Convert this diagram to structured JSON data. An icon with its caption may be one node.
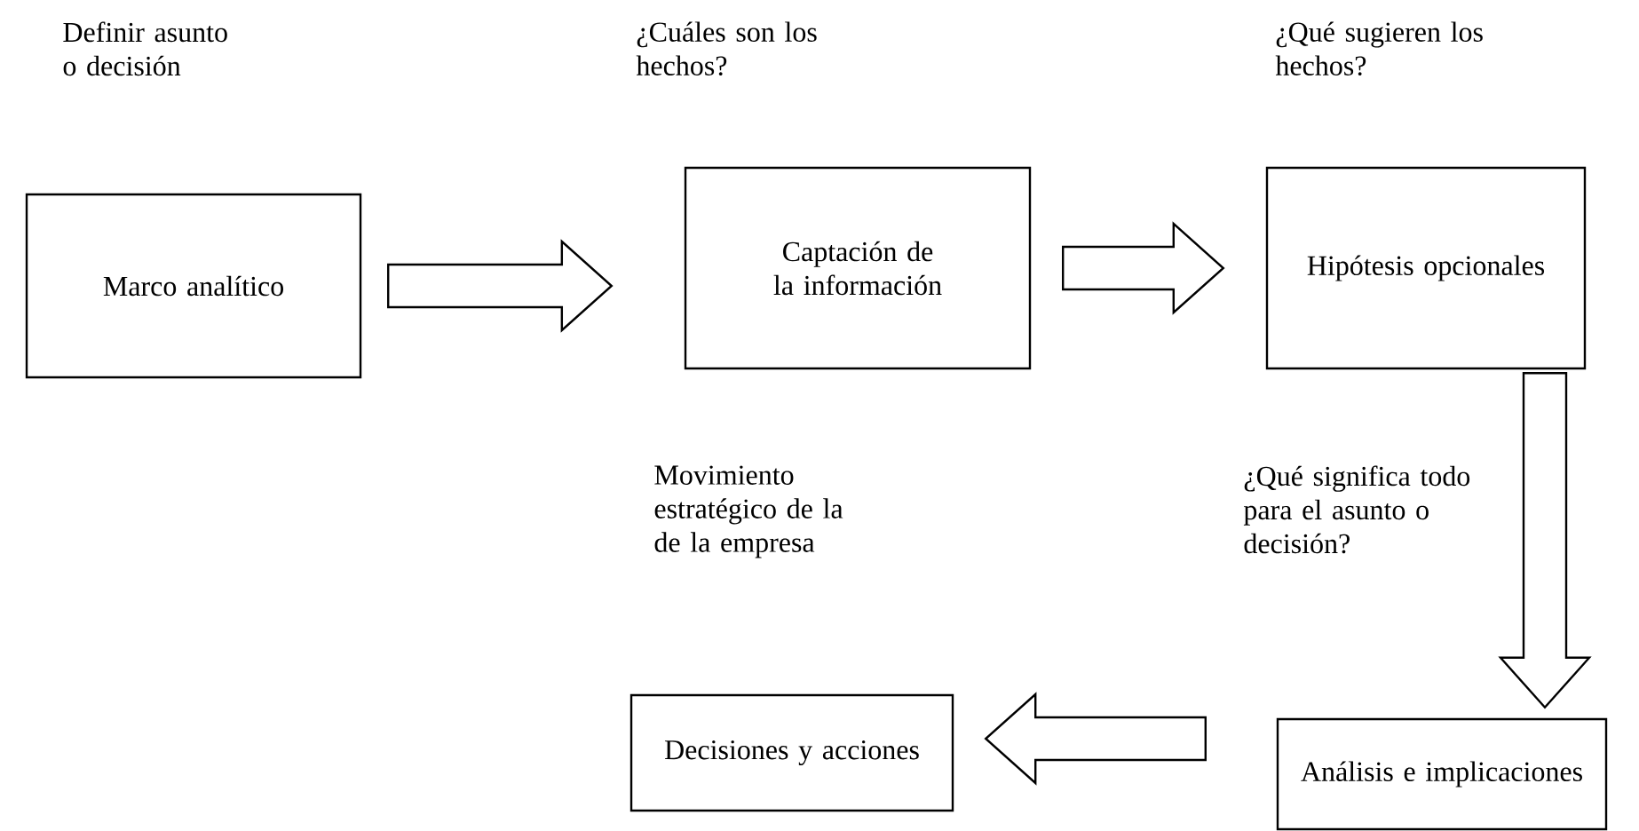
{
  "diagram": {
    "nodes": [
      {
        "text": [
          "Marco analítico"
        ]
      },
      {
        "text": [
          "Captación de la información"
        ]
      },
      {
        "text": [
          "Hipótesis opcionales"
        ]
      },
      {
        "text": [
          "Análisis e implicaciones"
        ]
      },
      {
        "text": [
          "Decisiones y acciones"
        ]
      }
    ],
    "edges": [
      {
        "from": 0,
        "to": 1,
        "arrow": "to"
      },
      {
        "from": 1,
        "to": 2,
        "arrow": "to"
      },
      {
        "from": 2,
        "to": 3,
        "arrow": "to"
      },
      {
        "from": 3,
        "to": 4,
        "arrow": "to"
      }
    ],
    "labels": [
      "Definir asunto o decisión",
      "¿Cuáles son los hechos?",
      "¿Qué sugieren los hechos?",
      "Movimiento estratégico de la de la empresa",
      "¿Qué significa todo para el asunto o decisión?"
    ]
  }
}
